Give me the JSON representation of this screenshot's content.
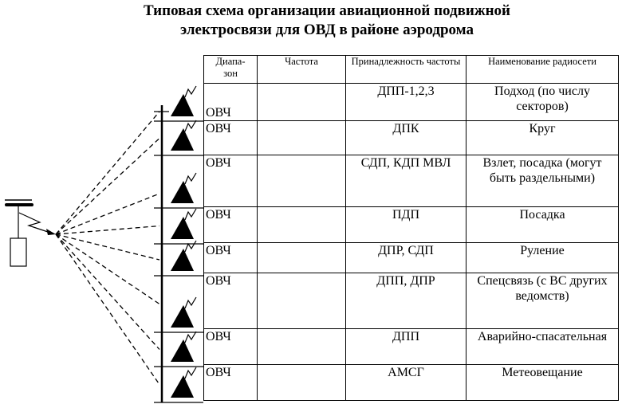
{
  "title": [
    "Типовая схема организации авиационной подвижной",
    "электросвязи для ОВД в районе аэродрома"
  ],
  "headers": [
    "Диапа-\nзон",
    "Частота",
    "Принадлежность частоты",
    "Наименование радиосети"
  ],
  "rows": [
    {
      "band": "ОВЧ",
      "freq": "",
      "owner": "ДПП-1,2,3",
      "network": "Подход (по числу секторов)"
    },
    {
      "band": "ОВЧ",
      "freq": "",
      "owner": "ДПК",
      "network": "Круг"
    },
    {
      "band": "ОВЧ",
      "freq": "",
      "owner": "СДП, КДП МВЛ",
      "network": "Взлет, посадка (могут быть раздельными)"
    },
    {
      "band": "ОВЧ",
      "freq": "",
      "owner": "ПДП",
      "network": "Посадка"
    },
    {
      "band": "ОВЧ",
      "freq": "",
      "owner": "ДПР, СДП",
      "network": "Руление"
    },
    {
      "band": "ОВЧ",
      "freq": "",
      "owner": "ДПП, ДПР",
      "network": "Спецсвязь (с ВС других ведомств)"
    },
    {
      "band": "ОВЧ",
      "freq": "",
      "owner": "ДПП",
      "network": "Аварийно-спасательная"
    },
    {
      "band": "ОВЧ",
      "freq": "",
      "owner": "АМСГ",
      "network": "Метеовещание"
    }
  ]
}
